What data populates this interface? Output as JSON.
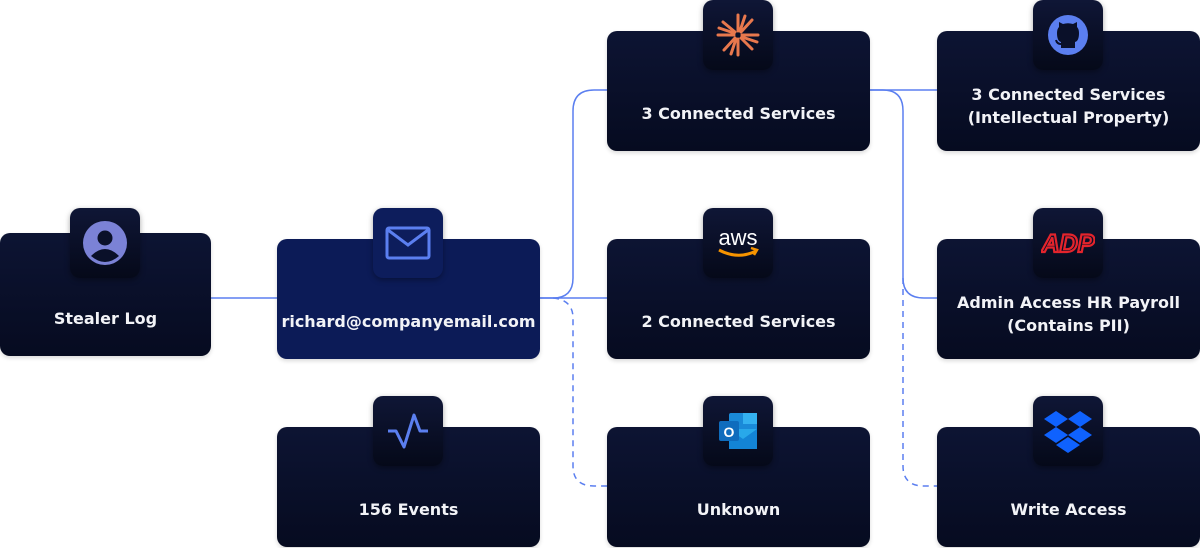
{
  "colors": {
    "card_bg": "#0a1029",
    "primary_card_bg": "#0c1b57",
    "connector": "#5b7ff0",
    "text": "#f2f3f7"
  },
  "nodes": {
    "stealer_log": {
      "label": "Stealer Log",
      "icon": "user-avatar-icon"
    },
    "email": {
      "label": "richard@companyemail.com",
      "icon": "mail-icon"
    },
    "events": {
      "label": "156 Events",
      "icon": "activity-pulse-icon"
    },
    "claude": {
      "label": "3 Connected Services",
      "icon": "sunburst-logo-icon"
    },
    "aws": {
      "label": "2 Connected Services",
      "icon": "aws-logo-icon"
    },
    "outlook": {
      "label": "Unknown",
      "icon": "outlook-logo-icon"
    },
    "github": {
      "label": "3 Connected Services\n(Intellectual Property)",
      "icon": "github-logo-icon"
    },
    "adp": {
      "label": "Admin Access HR Payroll\n(Contains PII)",
      "icon": "adp-logo-icon"
    },
    "dropbox": {
      "label": "Write Access",
      "icon": "dropbox-logo-icon"
    }
  },
  "edges": [
    {
      "from": "stealer_log",
      "to": "email",
      "style": "solid"
    },
    {
      "from": "email",
      "to": "claude",
      "style": "solid"
    },
    {
      "from": "email",
      "to": "aws",
      "style": "solid"
    },
    {
      "from": "email",
      "to": "outlook",
      "style": "dashed"
    },
    {
      "from": "claude",
      "to": "github",
      "style": "solid"
    },
    {
      "from": "claude",
      "to": "adp",
      "style": "solid"
    },
    {
      "from": "claude",
      "to": "dropbox",
      "style": "dashed"
    }
  ]
}
